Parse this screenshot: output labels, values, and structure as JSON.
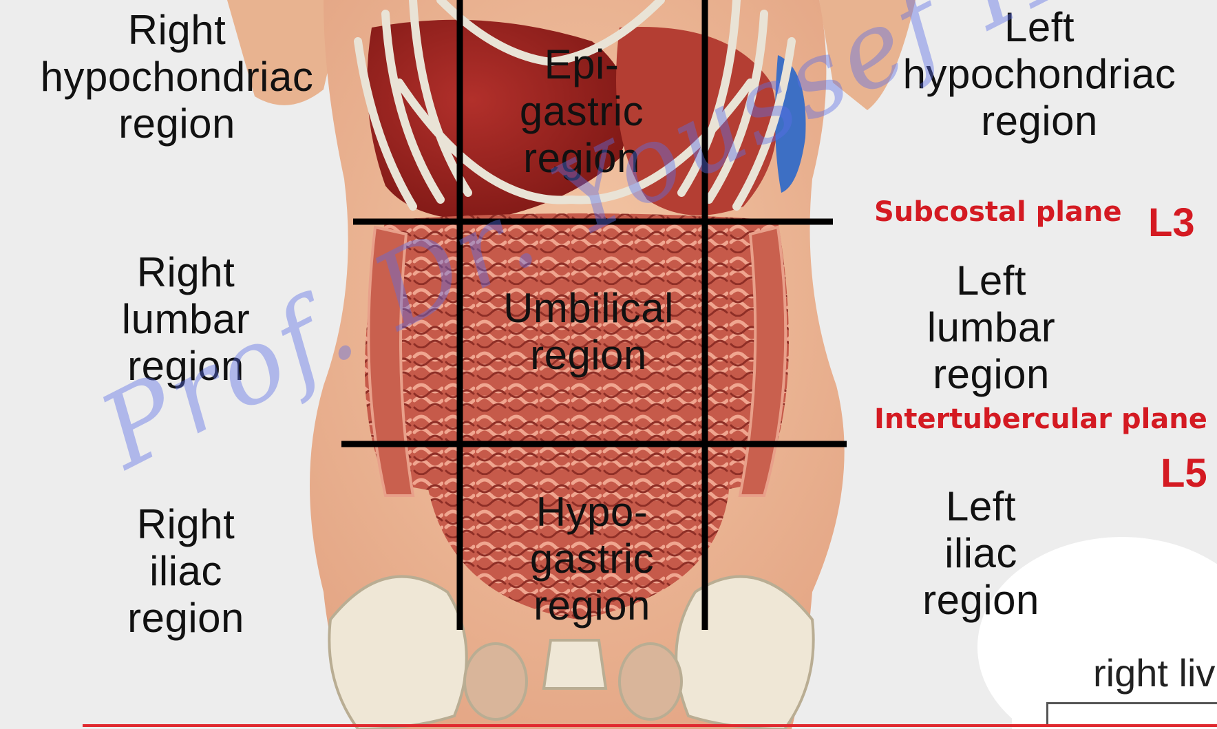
{
  "regions": {
    "right_hypochondriac": [
      "Right",
      "hypochondriac",
      "region"
    ],
    "epigastric": [
      "Epi-",
      "gastric",
      "region"
    ],
    "left_hypochondriac": [
      "Left",
      "hypochondriac",
      "region"
    ],
    "right_lumbar": [
      "Right",
      "lumbar",
      "region"
    ],
    "umbilical": [
      "Umbilical",
      "region"
    ],
    "left_lumbar": [
      "Left",
      "lumbar",
      "region"
    ],
    "right_iliac": [
      "Right",
      "iliac",
      "region"
    ],
    "hypogastric": [
      "Hypo-",
      "gastric",
      "region"
    ],
    "left_iliac": [
      "Left",
      "iliac",
      "region"
    ]
  },
  "planes": {
    "subcostal": "Subcostal plane",
    "subcostal_level": "L3",
    "intertubercular": "Intertubercular plane",
    "intertubercular_level": "L5"
  },
  "watermark": "Prof. Dr. Youssef H",
  "cropped_note": "right liv",
  "colors": {
    "plane_label": "#d41a22",
    "watermark": "#5a6ee6",
    "grid_lines": "#000000"
  }
}
